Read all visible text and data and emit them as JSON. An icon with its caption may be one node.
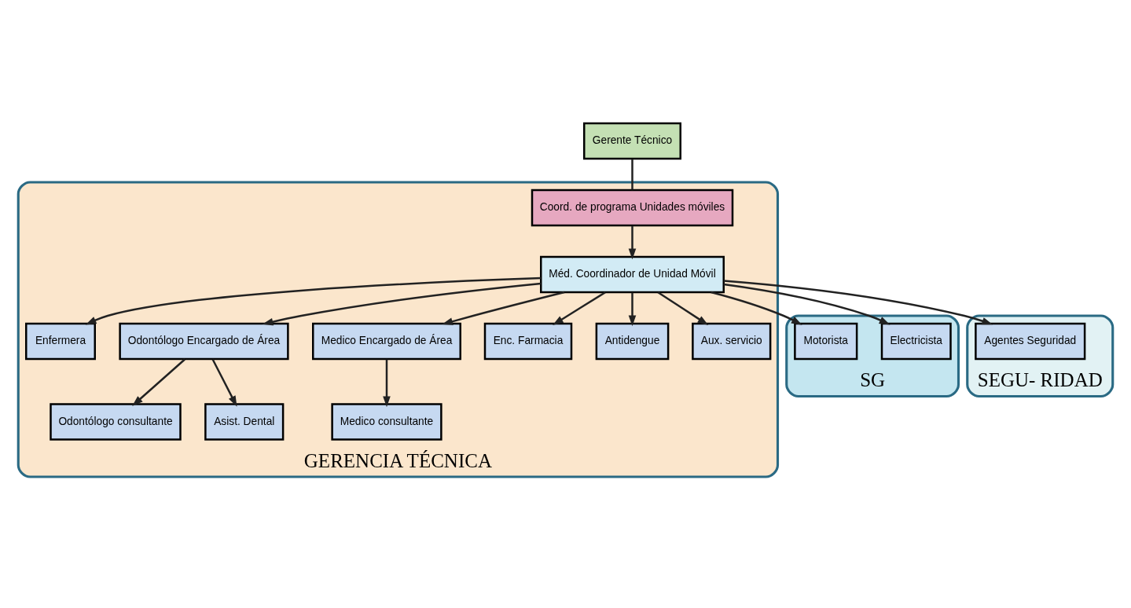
{
  "diagram": {
    "nodes": [
      {
        "text": [
          "Gerente Técnico"
        ]
      },
      {
        "text": [
          "GERENCIA TÉCNICA"
        ]
      },
      {
        "text": [
          "Coord. de programa Unidades móviles"
        ],
        "in": 1
      },
      {
        "text": [
          "Méd. Coordinador de Unidad Móvil"
        ],
        "in": 1
      },
      {
        "text": [
          "Enfermera"
        ],
        "in": 1
      },
      {
        "text": [
          "Odontólogo Encargado de Área"
        ],
        "in": 1
      },
      {
        "text": [
          "Medico Encargado de Área"
        ],
        "in": 1
      },
      {
        "text": [
          "Enc. Farmacia"
        ],
        "in": 1
      },
      {
        "text": [
          "Antidengue"
        ],
        "in": 1
      },
      {
        "text": [
          "Aux. servicio"
        ],
        "in": 1
      },
      {
        "text": [
          "Odontólogo consultante"
        ],
        "in": 1
      },
      {
        "text": [
          "Asist. Dental"
        ],
        "in": 1
      },
      {
        "text": [
          "Medico consultante"
        ],
        "in": 1
      },
      {
        "text": [
          "SG"
        ]
      },
      {
        "text": [
          "Electricista"
        ],
        "in": 13
      },
      {
        "text": [
          "Motorista"
        ],
        "in": 13
      },
      {
        "text": [
          "SEGU- RIDAD"
        ]
      },
      {
        "text": [
          "Agentes Seguridad"
        ],
        "in": 16
      }
    ],
    "edges": [
      {
        "from": 0,
        "to": 2,
        "arrow": "none"
      },
      {
        "from": 2,
        "to": 3,
        "arrow": "to"
      },
      {
        "from": 3,
        "to": 4,
        "arrow": "to"
      },
      {
        "from": 3,
        "to": 5,
        "arrow": "to"
      },
      {
        "from": 3,
        "to": 6,
        "arrow": "to"
      },
      {
        "from": 3,
        "to": 7,
        "arrow": "to"
      },
      {
        "from": 3,
        "to": 8,
        "arrow": "to"
      },
      {
        "from": 3,
        "to": 9,
        "arrow": "to"
      },
      {
        "from": 3,
        "to": 14,
        "arrow": "to"
      },
      {
        "from": 3,
        "to": 15,
        "arrow": "to"
      },
      {
        "from": 3,
        "to": 17,
        "arrow": "to"
      },
      {
        "from": 5,
        "to": 10,
        "arrow": "to"
      },
      {
        "from": 5,
        "to": 11,
        "arrow": "to"
      },
      {
        "from": 6,
        "to": 12,
        "arrow": "to"
      }
    ]
  }
}
